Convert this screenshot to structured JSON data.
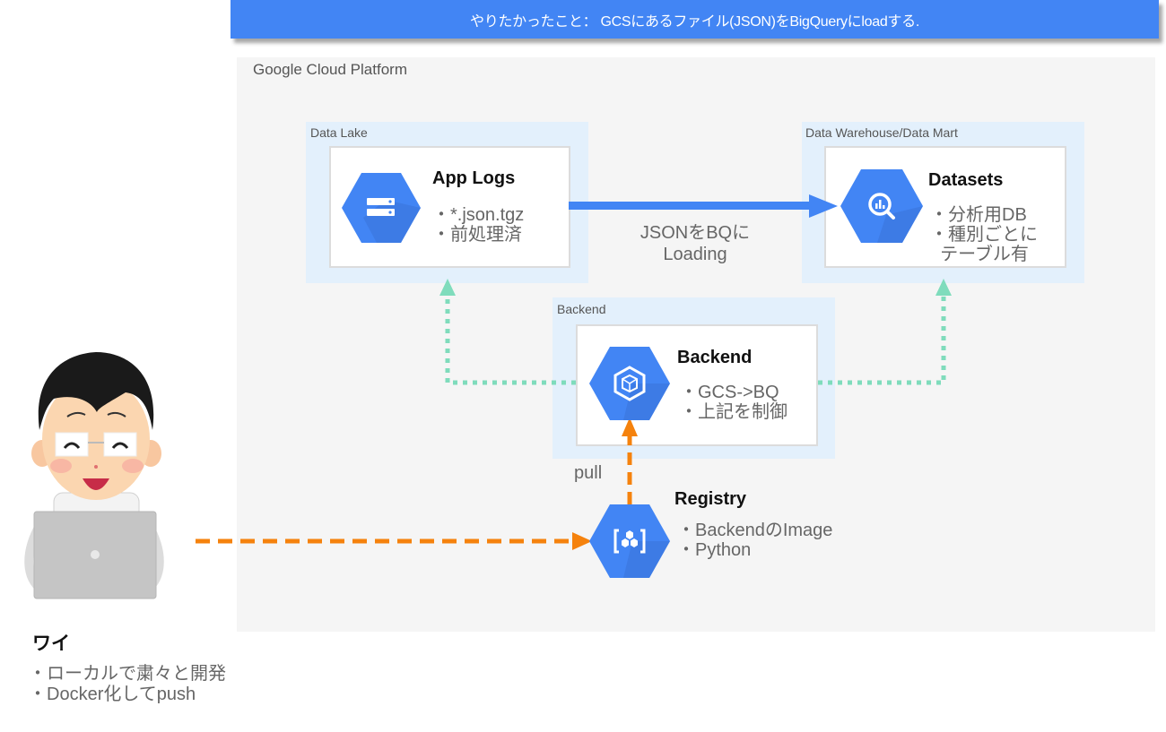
{
  "banner": {
    "text": "やりたかったこと： GCSにあるファイル(JSON)をBigQueryにloadする."
  },
  "gcp": {
    "label": "Google Cloud Platform"
  },
  "zones": {
    "data_lake": {
      "label": "Data Lake",
      "card": {
        "title": "App Logs",
        "bullets": [
          "・*.json.tgz",
          "・前処理済"
        ],
        "icon": "cloud-storage-icon"
      }
    },
    "data_warehouse": {
      "label": "Data Warehouse/Data Mart",
      "card": {
        "title": "Datasets",
        "bullets": [
          "・分析用DB",
          "・種別ごとに",
          "  テーブル有"
        ],
        "icon": "bigquery-icon"
      }
    },
    "backend": {
      "label": "Backend",
      "card": {
        "title": "Backend",
        "bullets": [
          "・GCS->BQ",
          "・上記を制御"
        ],
        "icon": "kubernetes-engine-icon"
      }
    }
  },
  "registry": {
    "title": "Registry",
    "bullets": [
      "・BackendのImage",
      "・Python"
    ],
    "icon": "container-registry-icon"
  },
  "edges": {
    "loading_label_line1": "JSONをBQに",
    "loading_label_line2": "Loading",
    "pull_label": "pull"
  },
  "user": {
    "name": "ワイ",
    "bullets": [
      "・ローカルで粛々と開発",
      "・Docker化してpush"
    ]
  },
  "colors": {
    "banner": "#4285f4",
    "gcp_bg": "#f5f5f5",
    "zone_bg": "#e3f0fc",
    "hex_blue": "#4285f4",
    "hex_shadow": "#3b73d8",
    "arrow_blue": "#4285f4",
    "arrow_orange": "#f5820d",
    "arrow_green": "#7fdcbc"
  }
}
